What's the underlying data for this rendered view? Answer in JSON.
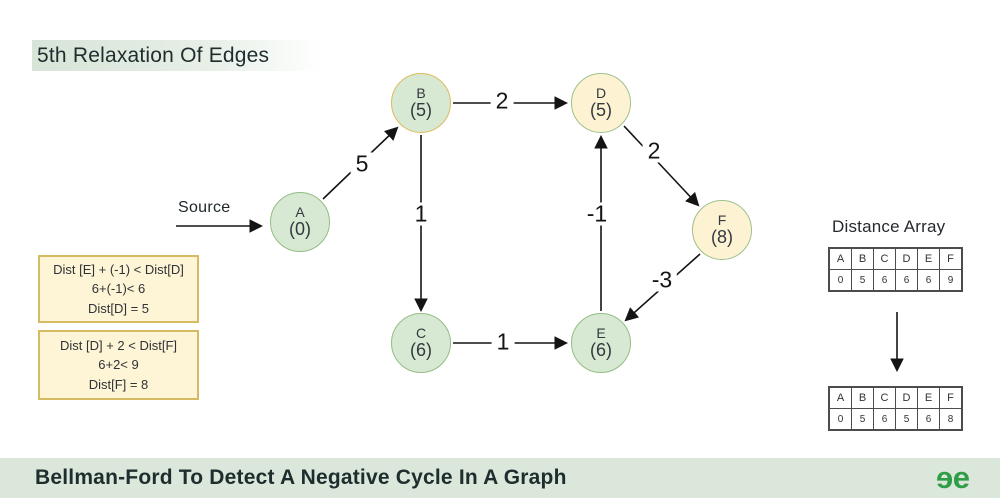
{
  "header": {
    "title": "5th Relaxation Of Edges"
  },
  "footer": {
    "title": "Bellman-Ford To Detect A Negative Cycle In A Graph",
    "logo_text": "ee"
  },
  "graph": {
    "source_label": "Source",
    "nodes": [
      {
        "id": "A",
        "label": "A",
        "dist": "(0)",
        "fill": "#d7e8d3",
        "border": "#95bd85"
      },
      {
        "id": "B",
        "label": "B",
        "dist": "(5)",
        "fill": "#d7e8d3",
        "border": "#ddba5e"
      },
      {
        "id": "C",
        "label": "C",
        "dist": "(6)",
        "fill": "#d7e8d3",
        "border": "#95bd85"
      },
      {
        "id": "D",
        "label": "D",
        "dist": "(5)",
        "fill": "#fdf3d2",
        "border": "#9ec18d"
      },
      {
        "id": "E",
        "label": "E",
        "dist": "(6)",
        "fill": "#d7e8d3",
        "border": "#95bd85"
      },
      {
        "id": "F",
        "label": "F",
        "dist": "(8)",
        "fill": "#fdf3d2",
        "border": "#9ec18d"
      }
    ],
    "edges": [
      {
        "from": "A",
        "to": "B",
        "weight": "5"
      },
      {
        "from": "B",
        "to": "D",
        "weight": "2"
      },
      {
        "from": "B",
        "to": "C",
        "weight": "1"
      },
      {
        "from": "C",
        "to": "E",
        "weight": "1"
      },
      {
        "from": "E",
        "to": "D",
        "weight": "-1"
      },
      {
        "from": "D",
        "to": "F",
        "weight": "2"
      },
      {
        "from": "F",
        "to": "E",
        "weight": "-3"
      }
    ]
  },
  "calc_boxes": [
    {
      "lines": [
        "Dist [E] + (-1) < Dist[D]",
        "6+(-1)< 6",
        "Dist[D] = 5"
      ]
    },
    {
      "lines": [
        "Dist [D] + 2 < Dist[F]",
        "6+2< 9",
        "Dist[F] = 8"
      ]
    }
  ],
  "distance_array": {
    "title": "Distance Array",
    "headers": [
      "A",
      "B",
      "C",
      "D",
      "E",
      "F"
    ],
    "before": [
      "0",
      "5",
      "6",
      "6",
      "6",
      "9"
    ],
    "after": [
      "0",
      "5",
      "6",
      "5",
      "6",
      "8"
    ]
  }
}
